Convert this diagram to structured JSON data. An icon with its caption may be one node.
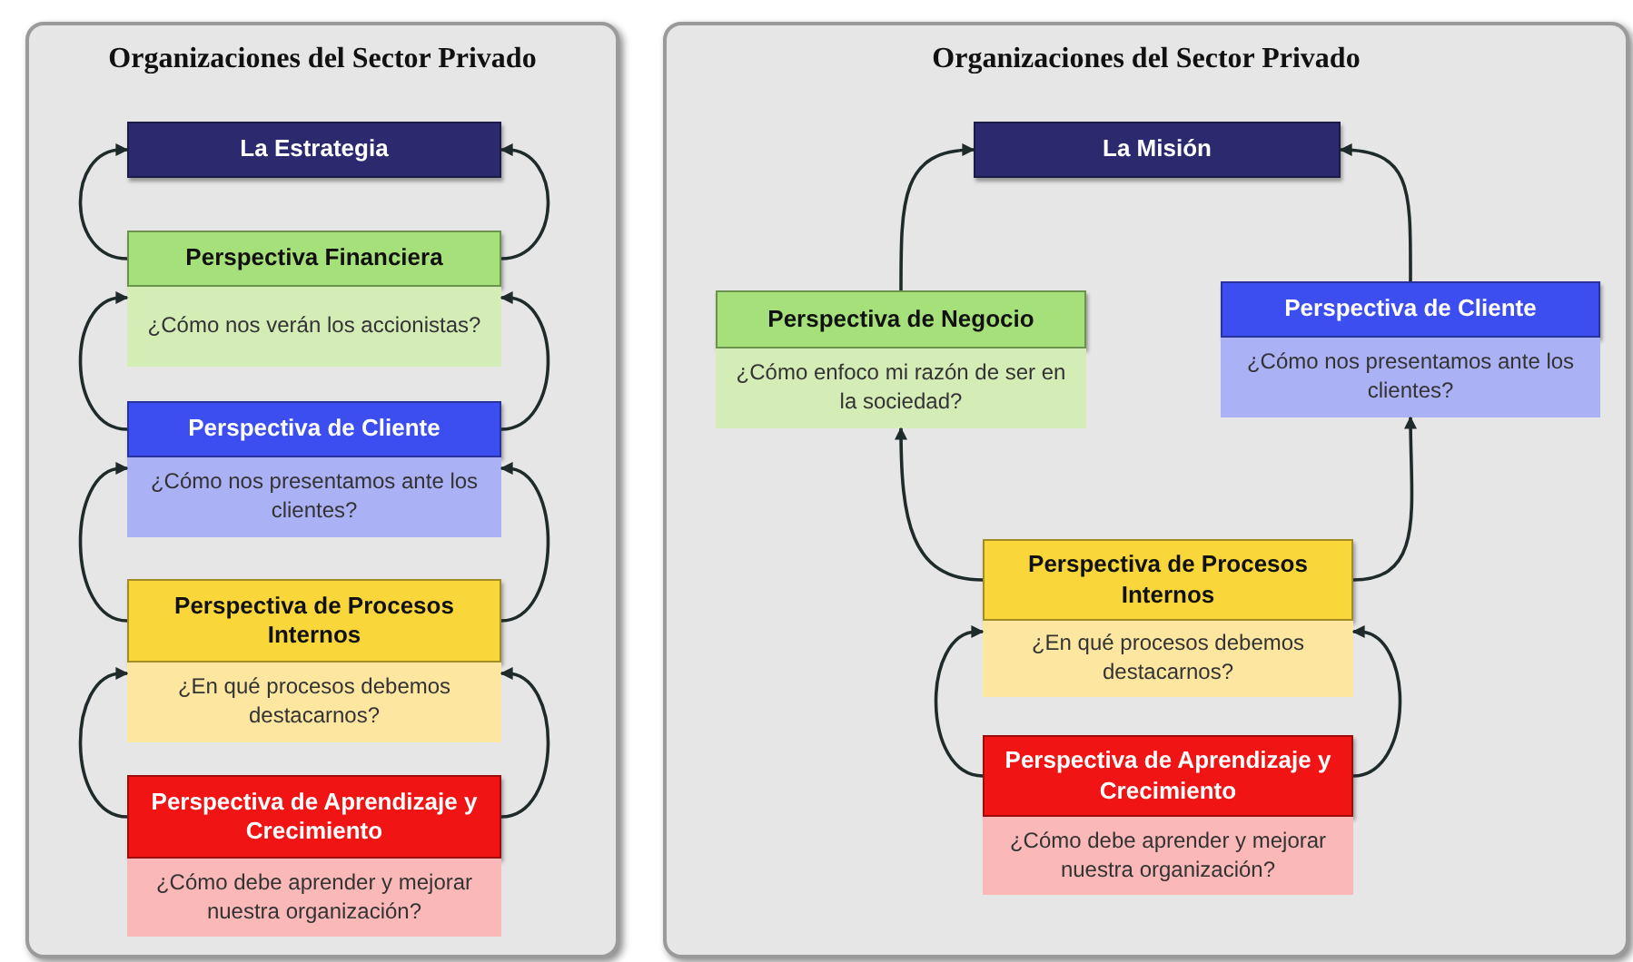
{
  "diagram": {
    "nodes": [
      {
        "text": [
          "Organizaciones del Sector Privado"
        ]
      },
      {
        "text": [
          "La Estrategia"
        ],
        "in": 0
      },
      {
        "text": [
          "Perspectiva Financiera",
          "¿Cómo nos verán los accionistas?"
        ],
        "in": 0
      },
      {
        "text": [
          "Perspectiva de Cliente",
          "¿Cómo nos presentamos ante los clientes?"
        ],
        "in": 0
      },
      {
        "text": [
          "Perspectiva de Procesos Internos",
          "¿En qué procesos debemos destacarnos?"
        ],
        "in": 0
      },
      {
        "text": [
          "Perspectiva de Aprendizaje y Crecimiento",
          "¿Cómo debe aprender y mejorar nuestra organización?"
        ],
        "in": 0
      },
      {
        "text": [
          "Organizaciones del Sector Privado"
        ]
      },
      {
        "text": [
          "La Misión"
        ],
        "in": 6
      },
      {
        "text": [
          "Perspectiva de Negocio",
          "¿Cómo enfoco mi razón de ser en la sociedad?"
        ],
        "in": 6
      },
      {
        "text": [
          "Perspectiva de Cliente",
          "¿Cómo nos presentamos ante los clientes?"
        ],
        "in": 6
      },
      {
        "text": [
          "Perspectiva de Procesos Internos",
          "¿En qué procesos debemos destacarnos?"
        ],
        "in": 6
      },
      {
        "text": [
          "Perspectiva de Aprendizaje y Crecimiento",
          "¿Cómo debe aprender y mejorar nuestra organización?"
        ],
        "in": 6
      }
    ],
    "edges": [
      {
        "from": 2,
        "to": 1,
        "arrow": "to"
      },
      {
        "from": 2,
        "to": 1,
        "arrow": "to"
      },
      {
        "from": 3,
        "to": 2,
        "arrow": "to"
      },
      {
        "from": 3,
        "to": 2,
        "arrow": "to"
      },
      {
        "from": 4,
        "to": 3,
        "arrow": "to"
      },
      {
        "from": 4,
        "to": 3,
        "arrow": "to"
      },
      {
        "from": 5,
        "to": 4,
        "arrow": "to"
      },
      {
        "from": 5,
        "to": 4,
        "arrow": "to"
      },
      {
        "from": 8,
        "to": 7,
        "arrow": "to"
      },
      {
        "from": 9,
        "to": 7,
        "arrow": "to"
      },
      {
        "from": 10,
        "to": 8,
        "arrow": "to"
      },
      {
        "from": 10,
        "to": 9,
        "arrow": "to"
      },
      {
        "from": 11,
        "to": 10,
        "arrow": "to"
      },
      {
        "from": 11,
        "to": 10,
        "arrow": "to"
      }
    ]
  }
}
